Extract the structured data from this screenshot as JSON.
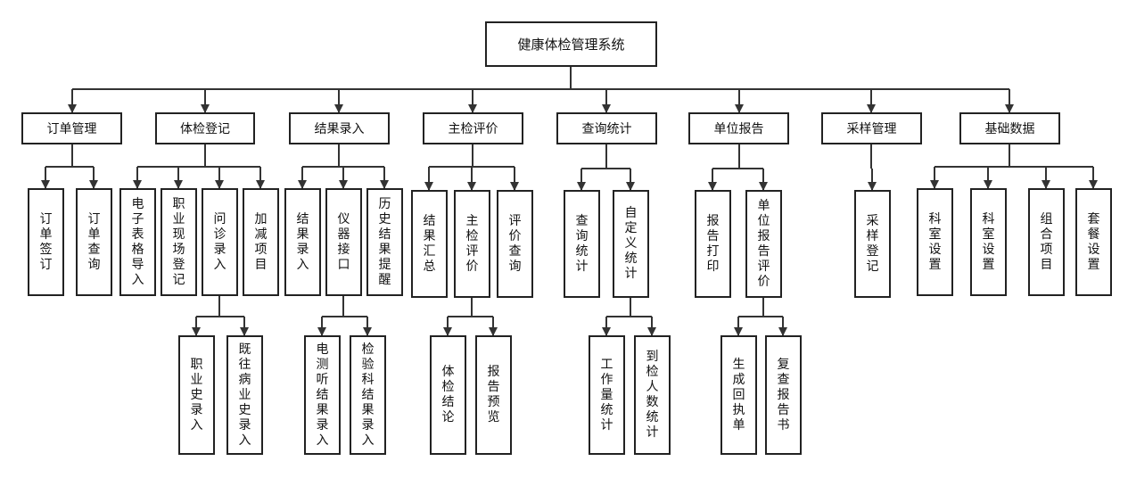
{
  "title": "健康体检管理系统",
  "modules": [
    {
      "label": "订单管理",
      "children": [
        {
          "label": "订单签订"
        },
        {
          "label": "订单查询"
        }
      ]
    },
    {
      "label": "体检登记",
      "children": [
        {
          "label": "电子表格导入"
        },
        {
          "label": "职业现场登记"
        },
        {
          "label": "问诊录入",
          "children": [
            {
              "label": "职业史录入"
            },
            {
              "label": "既往病业史录入"
            }
          ]
        },
        {
          "label": "加减项目"
        }
      ]
    },
    {
      "label": "结果录入",
      "children": [
        {
          "label": "结果录入"
        },
        {
          "label": "仪器接口",
          "children": [
            {
              "label": "电测听结果录入"
            },
            {
              "label": "检验科结果录入"
            }
          ]
        },
        {
          "label": "历史结果提醒"
        }
      ]
    },
    {
      "label": "主检评价",
      "children": [
        {
          "label": "结果汇总"
        },
        {
          "label": "主检评价",
          "children": [
            {
              "label": "体检结论"
            },
            {
              "label": "报告预览"
            }
          ]
        },
        {
          "label": "评价查询"
        }
      ]
    },
    {
      "label": "查询统计",
      "children": [
        {
          "label": "查询统计"
        },
        {
          "label": "自定义统计",
          "children": [
            {
              "label": "工作量统计"
            },
            {
              "label": "到检人数统计"
            }
          ]
        }
      ]
    },
    {
      "label": "单位报告",
      "children": [
        {
          "label": "报告打印"
        },
        {
          "label": "单位报告评价",
          "children": [
            {
              "label": "生成回执单"
            },
            {
              "label": "复查报告书"
            }
          ]
        }
      ]
    },
    {
      "label": "采样管理",
      "children": [
        {
          "label": "采样登记"
        }
      ]
    },
    {
      "label": "基础数据",
      "children": [
        {
          "label": "科室设置"
        },
        {
          "label": "科室设置"
        },
        {
          "label": "组合项目"
        },
        {
          "label": "套餐设置"
        }
      ]
    }
  ]
}
